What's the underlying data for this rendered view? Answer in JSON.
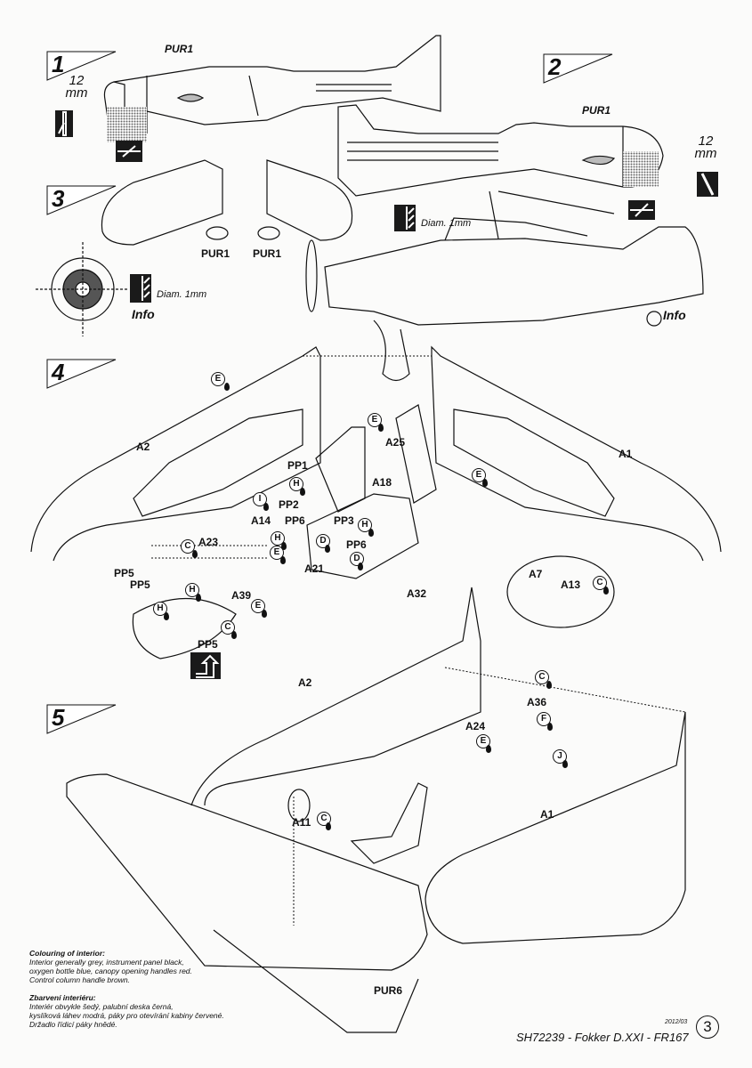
{
  "document": {
    "type": "model kit assembly instructions",
    "page_number": "3",
    "date_code": "2012/03",
    "footer": "SH72239 - Fokker D.XXI - FR167"
  },
  "steps": [
    {
      "number": "1"
    },
    {
      "number": "2"
    },
    {
      "number": "3"
    },
    {
      "number": "4"
    },
    {
      "number": "5"
    }
  ],
  "step1": {
    "part_label": "PUR1",
    "dimension_value": "12",
    "dimension_unit": "mm",
    "icons": [
      "drill-through-icon",
      "cut-off-icon"
    ]
  },
  "step2": {
    "part_label": "PUR1",
    "dimension_value": "12",
    "dimension_unit": "mm",
    "icons": [
      "drill-through-icon",
      "cut-off-icon"
    ]
  },
  "step3": {
    "part_labels": [
      "PUR1",
      "PUR1"
    ],
    "drill_note_left": "Diam. 1mm",
    "drill_note_right": "Diam. 1mm",
    "info_left": "Info",
    "info_right": "Info"
  },
  "step4": {
    "labels": {
      "A2": "A2",
      "A1": "A1",
      "A25": "A25",
      "A18": "A18",
      "PP1": "PP1",
      "PP2": "PP2",
      "PP6a": "PP6",
      "PP6b": "PP6",
      "PP3": "PP3",
      "A14": "A14",
      "A23": "A23",
      "A21": "A21",
      "A39": "A39",
      "A32": "A32",
      "PP5a": "PP5",
      "PP5b": "PP5",
      "PP5c": "PP5",
      "A7": "A7",
      "A13": "A13"
    },
    "color_callouts": [
      "E",
      "E",
      "H",
      "I",
      "D",
      "H",
      "C",
      "H",
      "E",
      "D",
      "E",
      "H",
      "H",
      "C",
      "E",
      "C"
    ]
  },
  "step5": {
    "labels": {
      "A2": "A2",
      "A1": "A1",
      "A36": "A36",
      "A24": "A24",
      "A11": "A11",
      "PUR6": "PUR6"
    },
    "color_callouts": [
      "C",
      "F",
      "J",
      "E",
      "C"
    ]
  },
  "colour_notes": {
    "en_heading": "Colouring of  interior:",
    "en_lines": [
      "Interior generally grey, instrument panel black,",
      "oxygen bottle blue, canopy opening handles red.",
      "Control column handle brown."
    ],
    "cz_heading": "Zbarvení interiéru:",
    "cz_lines": [
      "Interiér obvykle šedý, palubní deska černá,",
      "kyslíková láhev modrá, páky pro otevírání kabiny červené.",
      "Držadlo řídicí páky hnědé."
    ]
  }
}
